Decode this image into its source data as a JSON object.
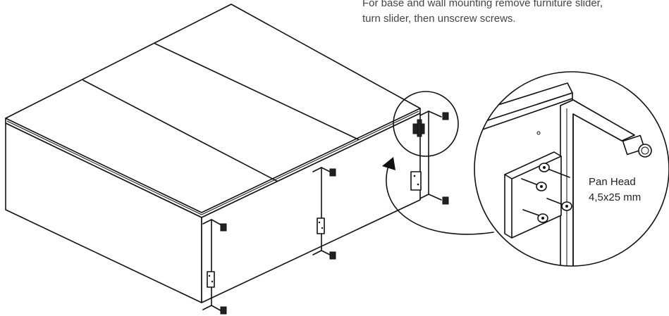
{
  "instruction": {
    "line1": "For base and wall mounting remove furniture slider,",
    "line2": "turn slider, then unscrew screws."
  },
  "screw_label": {
    "line1": "Pan Head",
    "line2": "4,5x25 mm"
  }
}
